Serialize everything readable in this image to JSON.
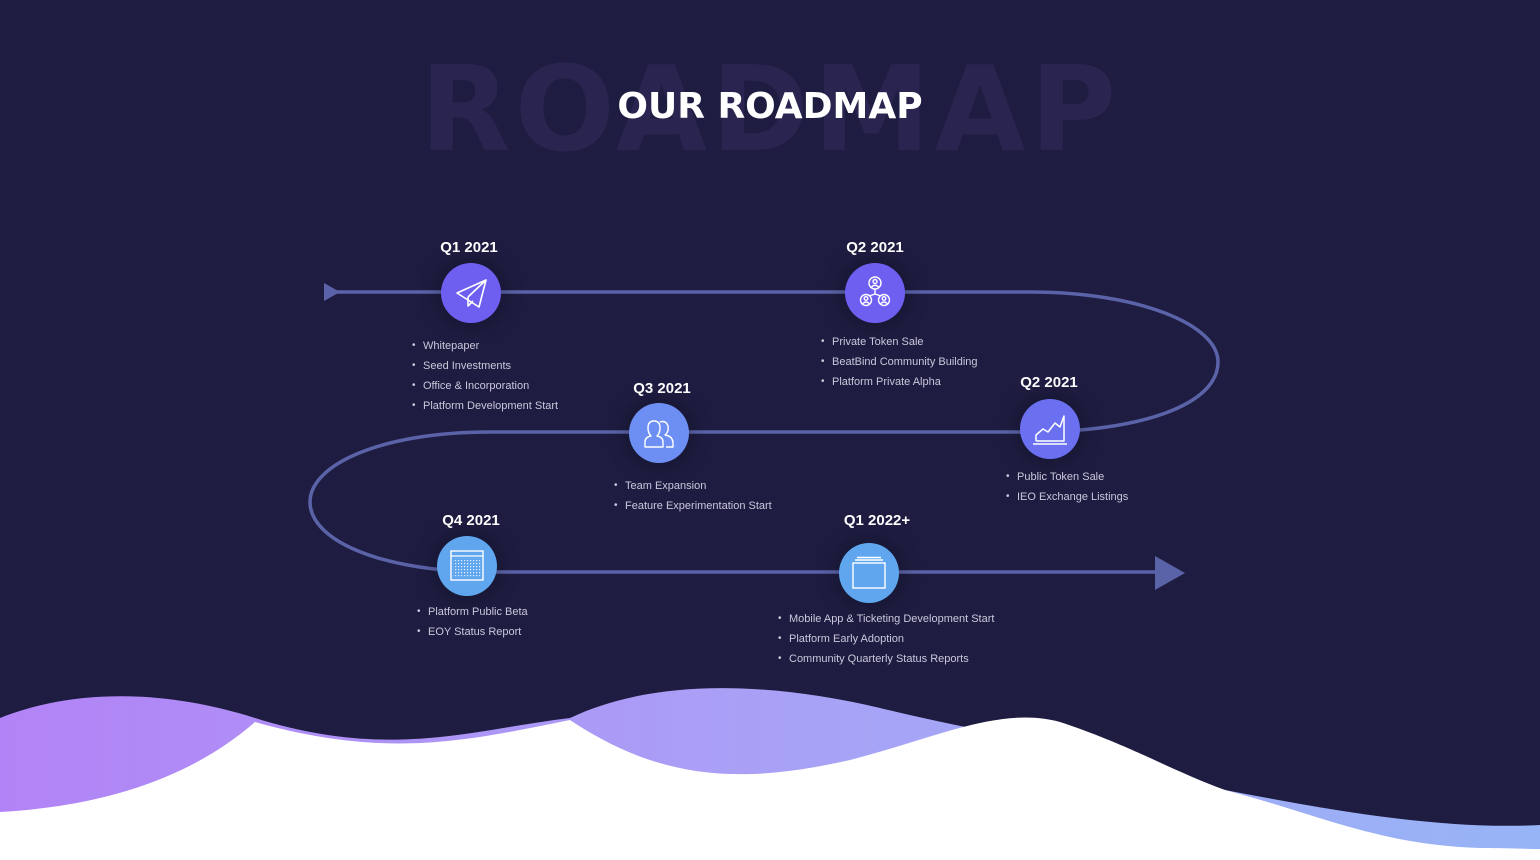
{
  "watermark": "ROADMAP",
  "title": "OUR ROADMAP",
  "colors": {
    "background": "#1e1c40",
    "path": "#5b63a8",
    "node_purple": "#6f5ff0",
    "node_blue": "#6d8ff3",
    "node_sky": "#5fa6ee",
    "wave_purple": "#b283f6",
    "wave_blue": "#97b4f6",
    "text_muted": "#c9c9dc"
  },
  "milestones": [
    {
      "label": "Q1 2021",
      "icon": "paper-plane-icon",
      "items": [
        "Whitepaper",
        "Seed Investments",
        "Office & Incorporation",
        "Platform Development Start"
      ]
    },
    {
      "label": "Q2 2021",
      "icon": "network-people-icon",
      "items": [
        "Private Token Sale",
        "BeatBind Community Building",
        "Platform Private Alpha"
      ]
    },
    {
      "label": "Q2 2021",
      "icon": "growth-chart-icon",
      "items": [
        "Public Token Sale",
        "IEO Exchange Listings"
      ]
    },
    {
      "label": "Q3 2021",
      "icon": "team-icon",
      "items": [
        "Team Expansion",
        "Feature Experimentation Start"
      ]
    },
    {
      "label": "Q4 2021",
      "icon": "browser-window-icon",
      "items": [
        "Platform Public Beta",
        "EOY Status Report"
      ]
    },
    {
      "label": "Q1 2022+",
      "icon": "window-stack-icon",
      "items": [
        "Mobile App & Ticketing Development Start",
        "Platform Early Adoption",
        "Community Quarterly Status Reports"
      ]
    }
  ]
}
